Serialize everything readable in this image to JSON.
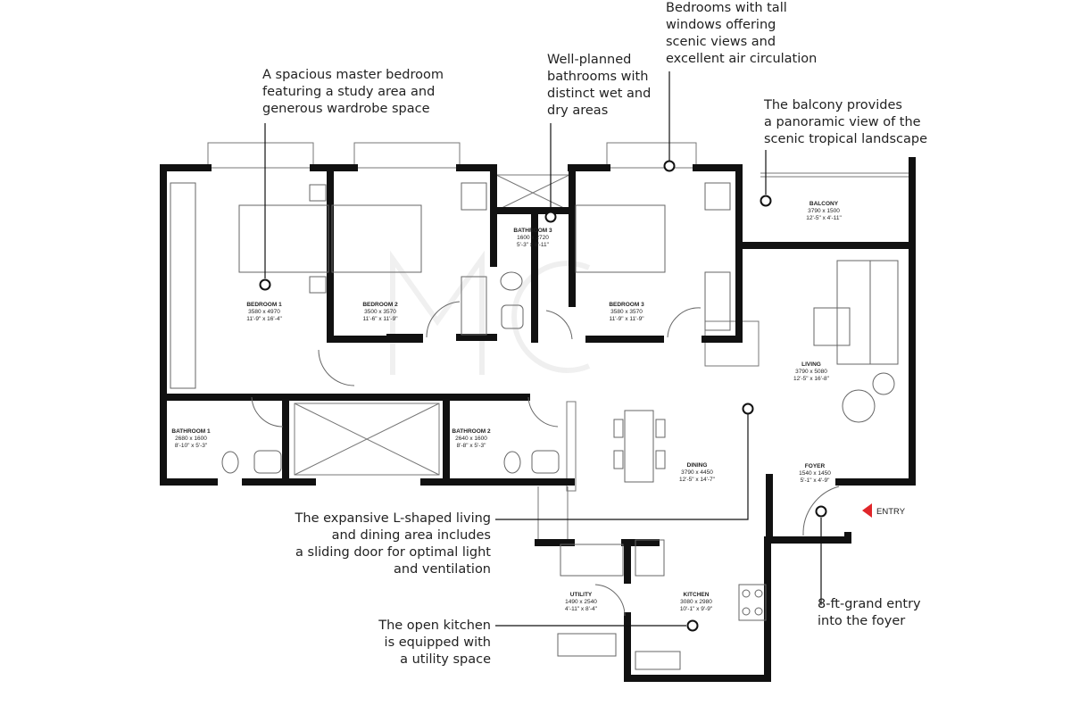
{
  "callouts": {
    "master_bedroom": "A spacious master bedroom\nfeaturing a study area and\ngenerous wardrobe space",
    "bathrooms": "Well-planned\nbathrooms with\ndistinct wet and\ndry areas",
    "bedroom_windows": "Bedrooms with tall\nwindows offering\nscenic views and\nexcellent air circulation",
    "balcony": "The balcony provides\na panoramic view of the\nscenic tropical landscape",
    "living_dining": "The expansive L-shaped living\nand dining area includes\na sliding door for optimal light\nand ventilation",
    "kitchen": "The open kitchen\nis equipped with\na utility space",
    "entry": "8-ft-grand entry\ninto the foyer"
  },
  "rooms": {
    "bedroom1": {
      "name": "BEDROOM 1",
      "mm": "3580 x 4970",
      "ft": "11'-9\" x 16'-4\""
    },
    "bedroom2": {
      "name": "BEDROOM 2",
      "mm": "3500 x 3570",
      "ft": "11'-6\" x 11'-9\""
    },
    "bathroom3": {
      "name": "BATHROOM 3",
      "mm": "1600 x 2720",
      "ft": "5'-3\" x 8'-11\""
    },
    "bedroom3": {
      "name": "BEDROOM 3",
      "mm": "3580 x 3570",
      "ft": "11'-9\" x 11'-9\""
    },
    "balcony": {
      "name": "BALCONY",
      "mm": "3790 x 1500",
      "ft": "12'-5\" x 4'-11\""
    },
    "living": {
      "name": "LIVING",
      "mm": "3790 x 5080",
      "ft": "12'-5\" x 16'-8\""
    },
    "bathroom1": {
      "name": "BATHROOM 1",
      "mm": "2680 x 1600",
      "ft": "8'-10\" x 5'-3\""
    },
    "bathroom2": {
      "name": "BATHROOM 2",
      "mm": "2640 x 1600",
      "ft": "8'-8\" x 5'-3\""
    },
    "dining": {
      "name": "DINING",
      "mm": "3790 x 4450",
      "ft": "12'-5\" x 14'-7\""
    },
    "foyer": {
      "name": "FOYER",
      "mm": "1540 x 1450",
      "ft": "5'-1\" x 4'-9\""
    },
    "utility": {
      "name": "UTILITY",
      "mm": "1490 x 2540",
      "ft": "4'-11\" x 8'-4\""
    },
    "kitchen": {
      "name": "KITCHEN",
      "mm": "3080 x 2980",
      "ft": "10'-1\" x 9'-9\""
    }
  },
  "entry_label": "ENTRY",
  "colors": {
    "wall": "#111111",
    "line": "#555555",
    "entry_arrow": "#e0262a",
    "text": "#222222"
  }
}
